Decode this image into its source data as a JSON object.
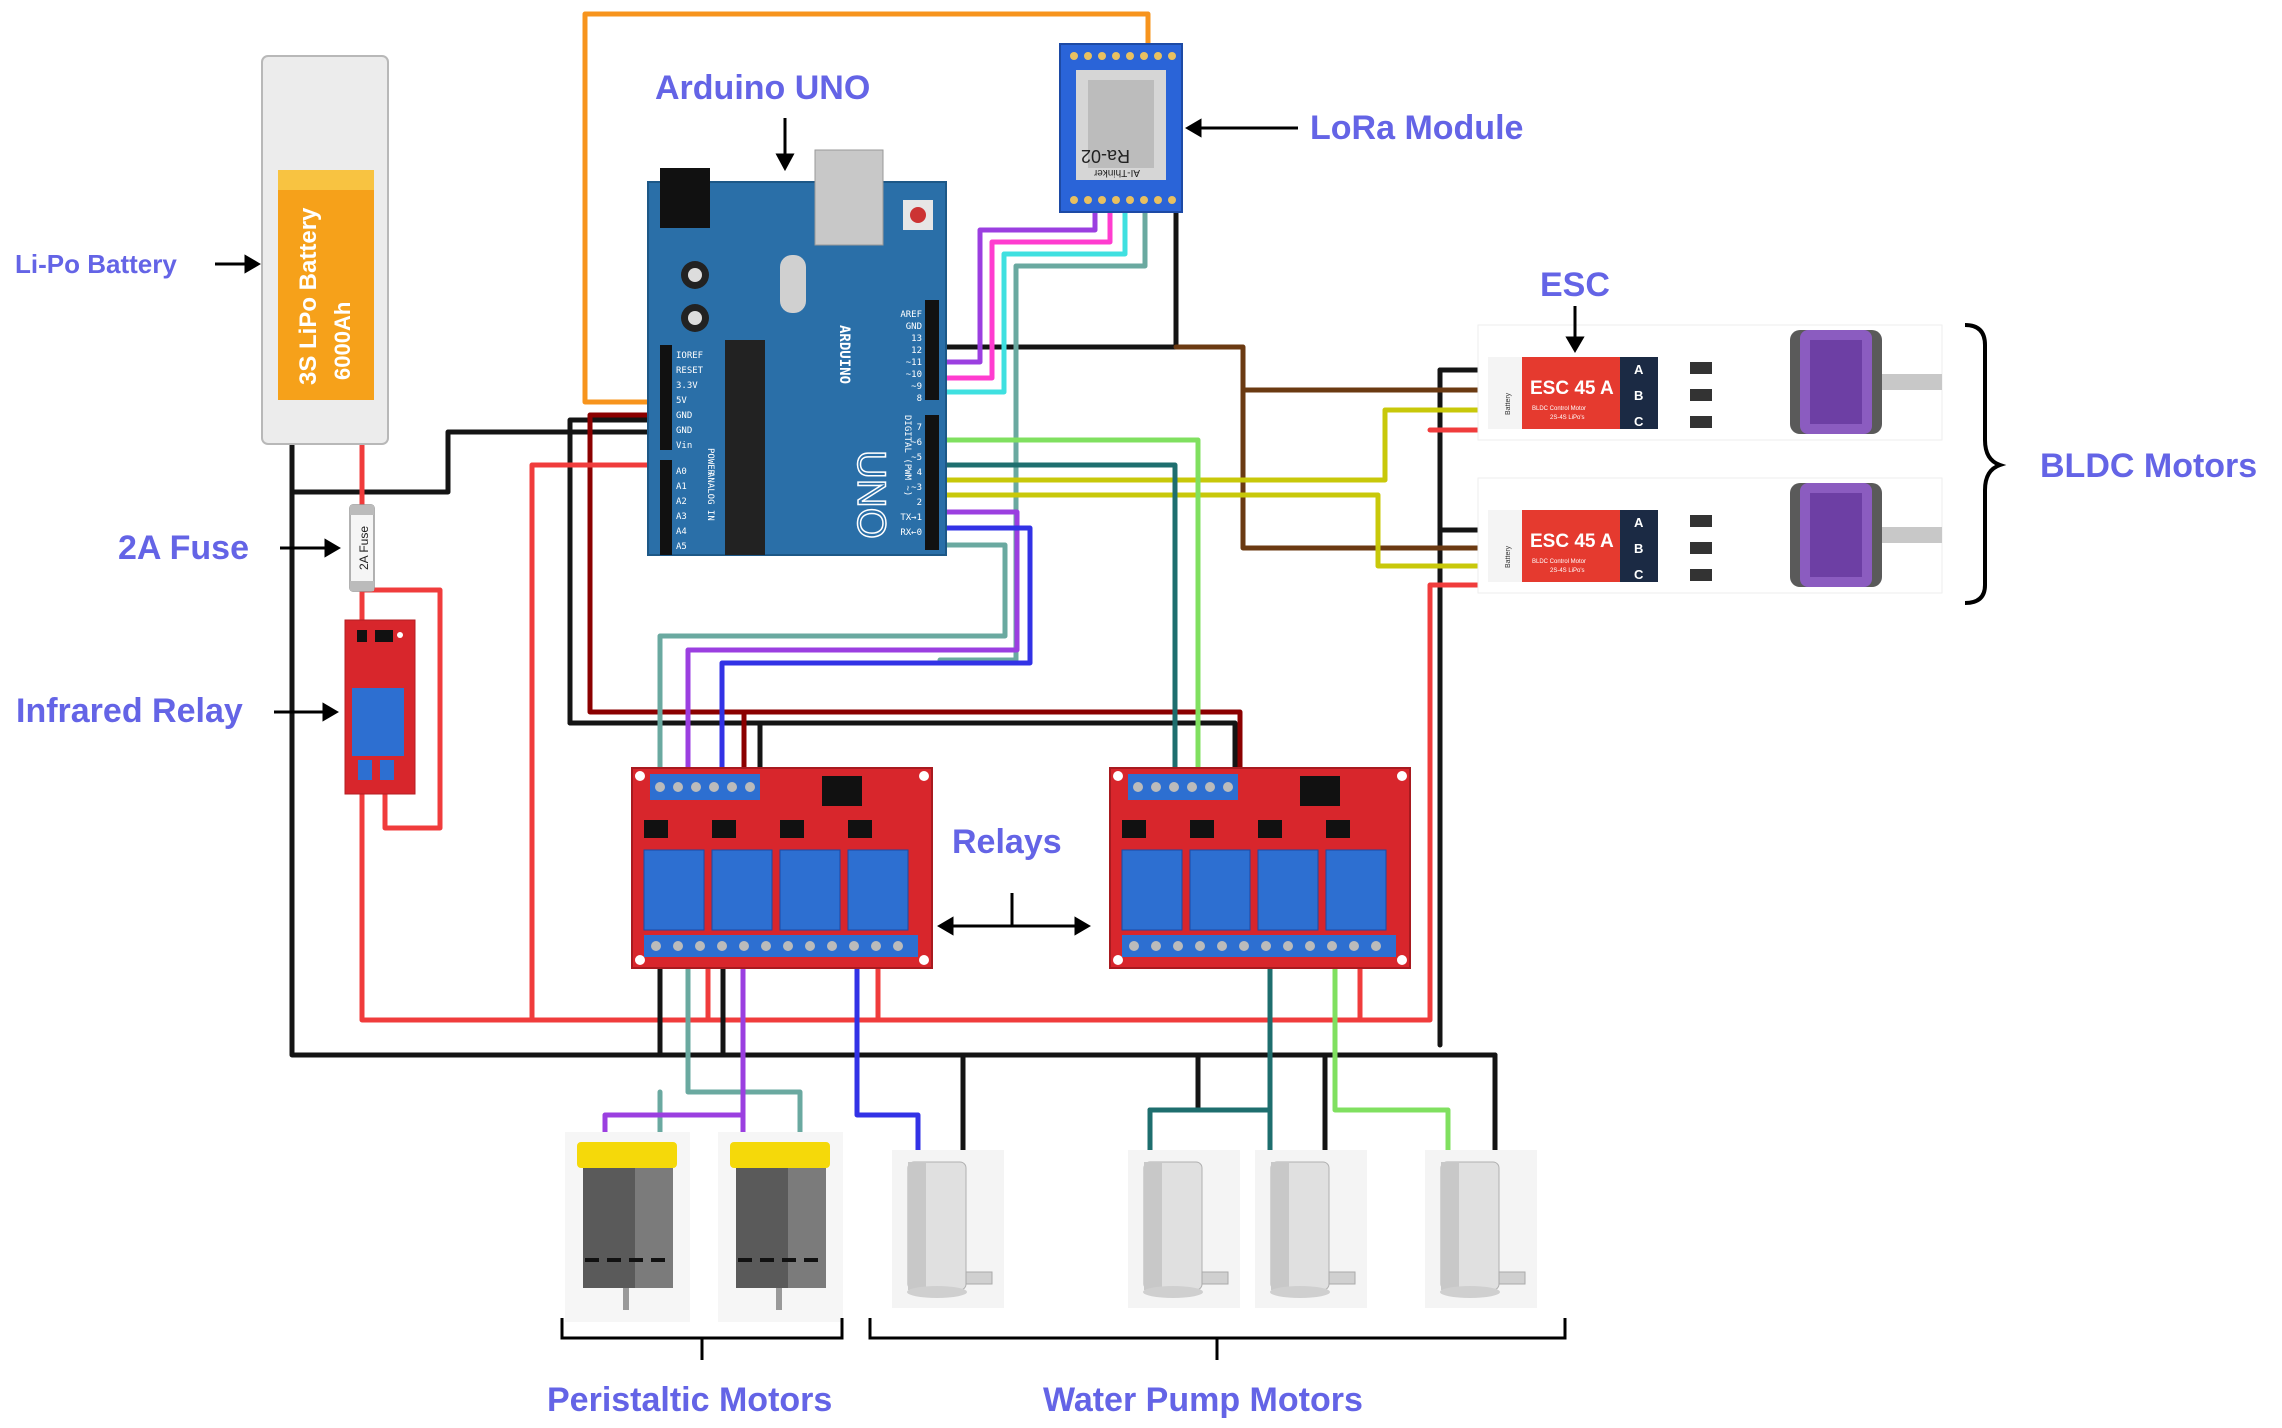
{
  "labels": {
    "battery": "Li-Po Battery",
    "arduino": "Arduino UNO",
    "lora": "LoRa Module",
    "esc": "ESC",
    "bldc": "BLDC Motors",
    "fuse": "2A Fuse",
    "ir_relay": "Infrared Relay",
    "relays": "Relays",
    "peristaltic": "Peristaltic Motors",
    "pumps": "Water Pump Motors"
  },
  "battery": {
    "line1": "3S LiPo Battery",
    "line2": "6000Ah"
  },
  "fuse": {
    "text": "2A Fuse"
  },
  "arduino": {
    "brand": "ARDUINO",
    "model": "UNO",
    "power_header": "POWER",
    "analog_header": "ANALOG IN",
    "digital_header": "DIGITAL (PWM ~)",
    "power_pins": [
      "IOREF",
      "RESET",
      "3.3V",
      "5V",
      "GND",
      "GND",
      "Vin"
    ],
    "analog_pins": [
      "A0",
      "A1",
      "A2",
      "A3",
      "A4",
      "A5"
    ],
    "digital_pins": [
      "AREF",
      "GND",
      "13",
      "12",
      "~11",
      "~10",
      "~9",
      "8",
      "7",
      "~6",
      "~5",
      "4",
      "~3",
      "2",
      "TX→1",
      "RX←0"
    ]
  },
  "lora_chip": {
    "line1": "Ra-02",
    "line2": "AI-Thinker"
  },
  "esc": {
    "title": "ESC 45 A",
    "sub": "BLDC Control Motor",
    "sub2": "2S-4S LiPo's",
    "phases": [
      "A",
      "B",
      "C"
    ],
    "battery_label": "Battery"
  },
  "colors": {
    "label": "#6464e6",
    "red": "#f03c3c",
    "black": "#141414",
    "orange": "#f7941d",
    "brown": "#6b3a12",
    "olive": "#c8c80a",
    "purple": "#9b3fe0",
    "magenta": "#ff3ccf",
    "cyan": "#3fe0e0",
    "teal": "#6aa9a0",
    "darkteal": "#1e6e6e",
    "lightgreen": "#80e060",
    "blue": "#3232e6",
    "darkred": "#8b0000",
    "board_blue": "#2a6fa8",
    "relay_red": "#d8262c"
  }
}
